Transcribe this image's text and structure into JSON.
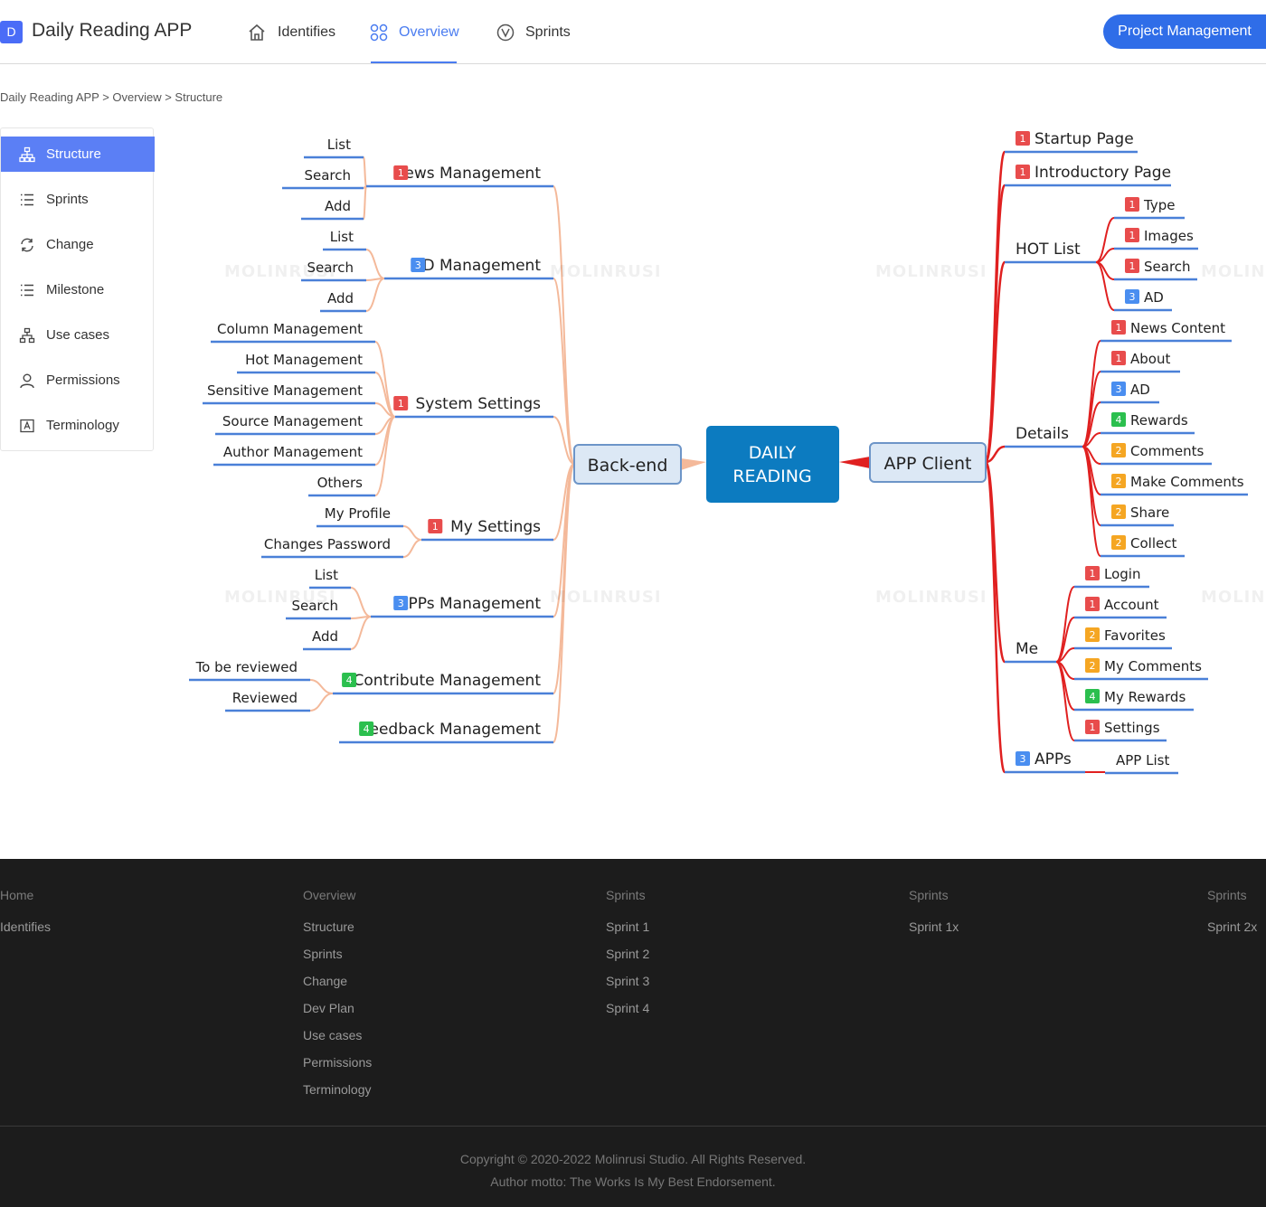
{
  "header": {
    "logo_letter": "D",
    "app_title": "Daily Reading APP",
    "nav": [
      {
        "label": "Identifies",
        "icon": "home-icon"
      },
      {
        "label": "Overview",
        "icon": "grid-icon"
      },
      {
        "label": "Sprints",
        "icon": "vue-icon"
      }
    ],
    "active_nav": "Overview",
    "project_button": "Project Management",
    "accent_color": "#2f6de8"
  },
  "breadcrumb": "Daily Reading APP > Overview > Structure",
  "sidebar": {
    "items": [
      {
        "label": "Structure",
        "icon": "hierarchy-icon"
      },
      {
        "label": "Sprints",
        "icon": "list-icon"
      },
      {
        "label": "Change",
        "icon": "change-icon"
      },
      {
        "label": "Milestone",
        "icon": "list-icon"
      },
      {
        "label": "Use cases",
        "icon": "network-icon"
      },
      {
        "label": "Permissions",
        "icon": "user-icon"
      },
      {
        "label": "Terminology",
        "icon": "glossary-icon"
      }
    ],
    "active": "Structure"
  },
  "mindmap": {
    "center": [
      "DAILY",
      "READING"
    ],
    "backend_label": "Back-end",
    "client_label": "APP Client",
    "backend_color": "#f4b99a",
    "client_color": "#e02020",
    "backend": {
      "news": {
        "label": "News Management",
        "priority": "1",
        "children": [
          "List",
          "Search",
          "Add"
        ]
      },
      "ad": {
        "label": "AD Management",
        "priority": "3",
        "children": [
          "List",
          "Search",
          "Add"
        ]
      },
      "system": {
        "label": "System Settings",
        "priority": "1",
        "children": [
          "Column Management",
          "Hot Management",
          "Sensitive Management",
          "Source Management",
          "Author Management",
          "Others"
        ]
      },
      "mysettings": {
        "label": "My Settings",
        "priority": "1",
        "children": [
          "My Profile",
          "Changes Password"
        ]
      },
      "apps": {
        "label": "APPs Management",
        "priority": "3",
        "children": [
          "List",
          "Search",
          "Add"
        ]
      },
      "contribute": {
        "label": "Contribute Management",
        "priority": "4",
        "children": [
          "To be reviewed",
          "Reviewed"
        ]
      },
      "feedback": {
        "label": "Feedback Management",
        "priority": "4"
      }
    },
    "client": {
      "startup": {
        "label": "Startup Page",
        "priority": "1"
      },
      "intro": {
        "label": "Introductory Page",
        "priority": "1"
      },
      "hot": {
        "label": "HOT List",
        "children": [
          {
            "label": "Type",
            "priority": "1"
          },
          {
            "label": "Images",
            "priority": "1"
          },
          {
            "label": "Search",
            "priority": "1"
          },
          {
            "label": "AD",
            "priority": "3"
          }
        ]
      },
      "details": {
        "label": "Details",
        "children": [
          {
            "label": "News Content",
            "priority": "1"
          },
          {
            "label": "About",
            "priority": "1"
          },
          {
            "label": "AD",
            "priority": "3"
          },
          {
            "label": "Rewards",
            "priority": "4"
          },
          {
            "label": "Comments",
            "priority": "2"
          },
          {
            "label": "Make Comments",
            "priority": "2"
          },
          {
            "label": "Share",
            "priority": "2"
          },
          {
            "label": "Collect",
            "priority": "2"
          }
        ]
      },
      "me": {
        "label": "Me",
        "children": [
          {
            "label": "Login",
            "priority": "1"
          },
          {
            "label": "Account",
            "priority": "1"
          },
          {
            "label": "Favorites",
            "priority": "2"
          },
          {
            "label": "My Comments",
            "priority": "2"
          },
          {
            "label": "My Rewards",
            "priority": "4"
          },
          {
            "label": "Settings",
            "priority": "1"
          }
        ]
      },
      "apps": {
        "label": "APPs",
        "priority": "3",
        "children": [
          "APP List"
        ]
      }
    },
    "priority_colors": {
      "1": "#e84c4c",
      "2": "#f5a623",
      "3": "#4a8ef0",
      "4": "#2bbf4e"
    }
  },
  "watermark": "MOLINRUSI",
  "footer": {
    "columns": [
      {
        "header": "Home",
        "links": [
          "Identifies"
        ]
      },
      {
        "header": "Overview",
        "links": [
          "Structure",
          "Sprints",
          "Change",
          "Dev Plan",
          "Use cases",
          "Permissions",
          "Terminology"
        ]
      },
      {
        "header": "Sprints",
        "links": [
          "Sprint 1",
          "Sprint 2",
          "Sprint 3",
          "Sprint 4"
        ]
      },
      {
        "header": "Sprints",
        "links": [
          "Sprint 1x"
        ]
      },
      {
        "header": "Sprints",
        "links": [
          "Sprint 2x"
        ]
      }
    ],
    "copyright": "Copyright © 2020-2022 Molinrusi Studio. All Rights Reserved.",
    "motto": "Author motto: The Works Is My Best Endorsement."
  }
}
